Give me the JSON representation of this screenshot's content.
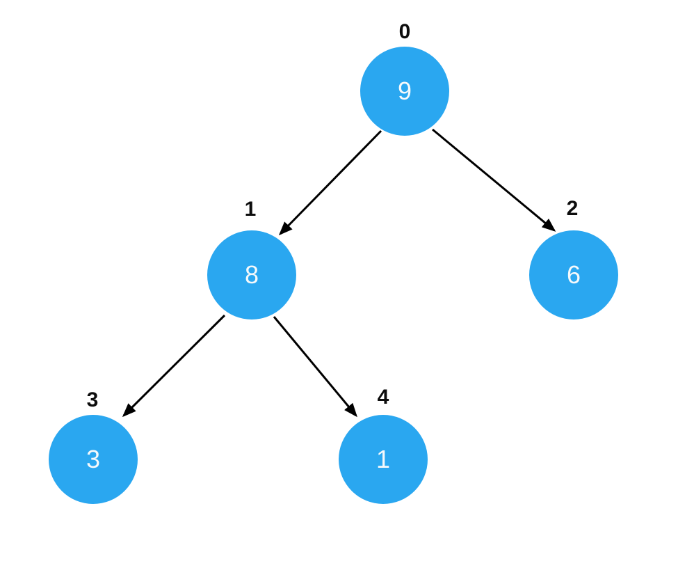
{
  "diagram": {
    "kind": "binary-tree",
    "node_fill_color": "#2aa7f0",
    "node_value_color": "#f5f9fb",
    "index_label_color": "#0d0d0d",
    "edge_color": "#000000",
    "nodes": [
      {
        "index": "0",
        "value": "9"
      },
      {
        "index": "1",
        "value": "8"
      },
      {
        "index": "2",
        "value": "6"
      },
      {
        "index": "3",
        "value": "3"
      },
      {
        "index": "4",
        "value": "1"
      }
    ],
    "edges": [
      {
        "from": "0",
        "to": "1"
      },
      {
        "from": "0",
        "to": "2"
      },
      {
        "from": "1",
        "to": "3"
      },
      {
        "from": "1",
        "to": "4"
      }
    ]
  }
}
